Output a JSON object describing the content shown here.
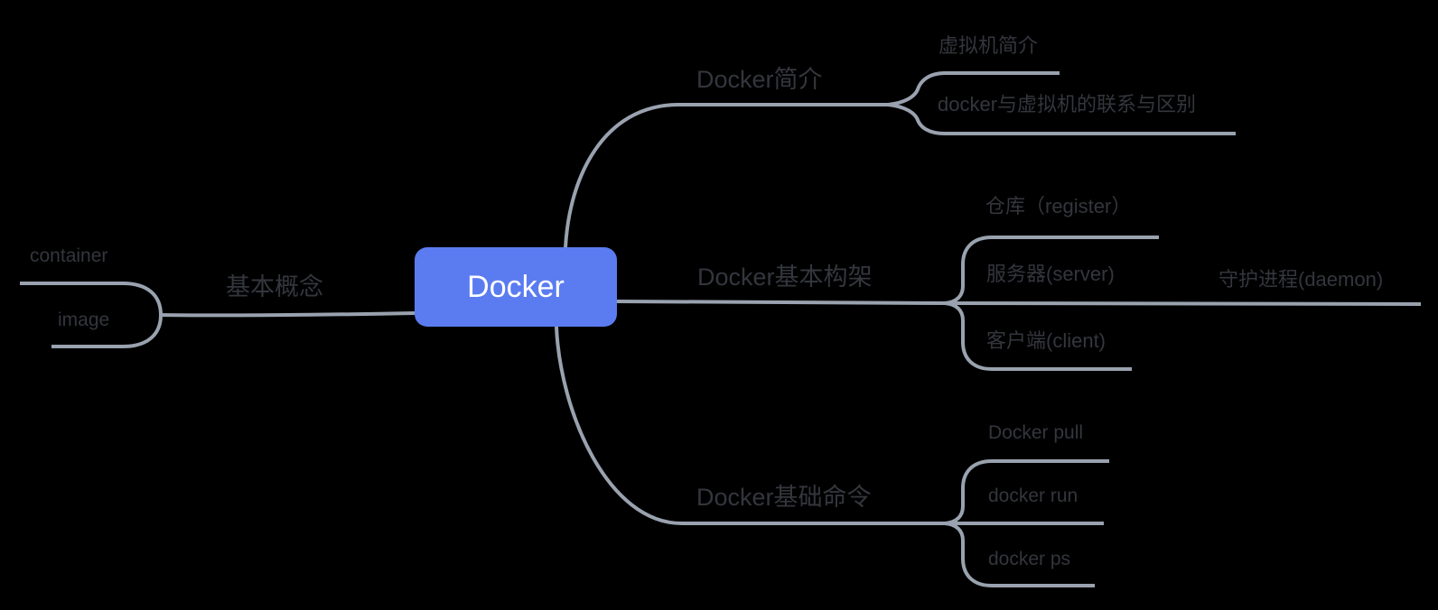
{
  "colors": {
    "background": "#000000",
    "root_fill": "#5B7CF0",
    "root_text": "#FFFFFF",
    "branch_line": "#99A2AE",
    "topic_text": "#34363D"
  },
  "map": {
    "root": {
      "label": "Docker"
    },
    "branches": [
      {
        "label": "基本概念",
        "side": "left",
        "children": [
          {
            "label": "container"
          },
          {
            "label": "image"
          }
        ]
      },
      {
        "label": "Docker简介",
        "side": "right",
        "children": [
          {
            "label": "虚拟机简介"
          },
          {
            "label": "docker与虚拟机的联系与区别"
          }
        ]
      },
      {
        "label": "Docker基本构架",
        "side": "right",
        "children": [
          {
            "label": "仓库（register）"
          },
          {
            "label": "服务器(server)",
            "children": [
              {
                "label": "守护进程(daemon)"
              }
            ]
          },
          {
            "label": "客户端(client)"
          }
        ]
      },
      {
        "label": "Docker基础命令",
        "side": "right",
        "children": [
          {
            "label": "Docker pull"
          },
          {
            "label": "docker run"
          },
          {
            "label": "docker ps"
          }
        ]
      }
    ]
  }
}
